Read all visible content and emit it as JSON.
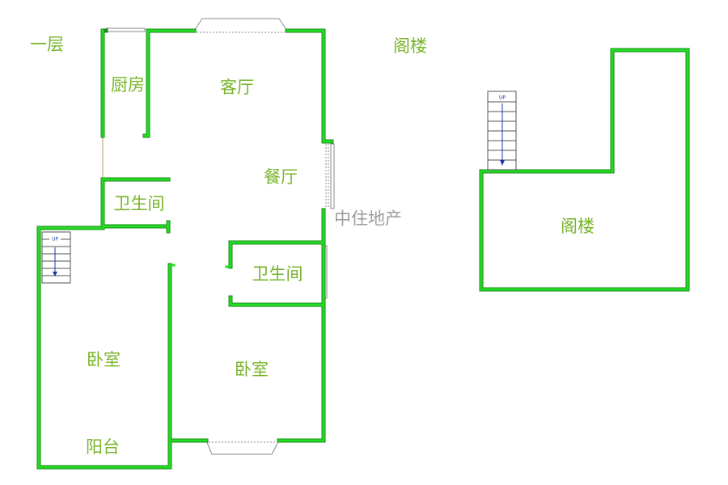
{
  "colors": {
    "wall": "#22dd22",
    "label": "#77b52a",
    "watermark": "#8a8a8a"
  },
  "floor_labels": {
    "ground": "一层",
    "attic": "阁楼"
  },
  "rooms": {
    "kitchen": "厨房",
    "living": "客厅",
    "dining": "餐厅",
    "bath1": "卫生间",
    "bath2": "卫生间",
    "bedroom1": "卧室",
    "bedroom2": "卧室",
    "balcony": "阳台",
    "attic": "阁楼"
  },
  "stairs": {
    "label": "UP"
  },
  "watermark": "中住地产"
}
